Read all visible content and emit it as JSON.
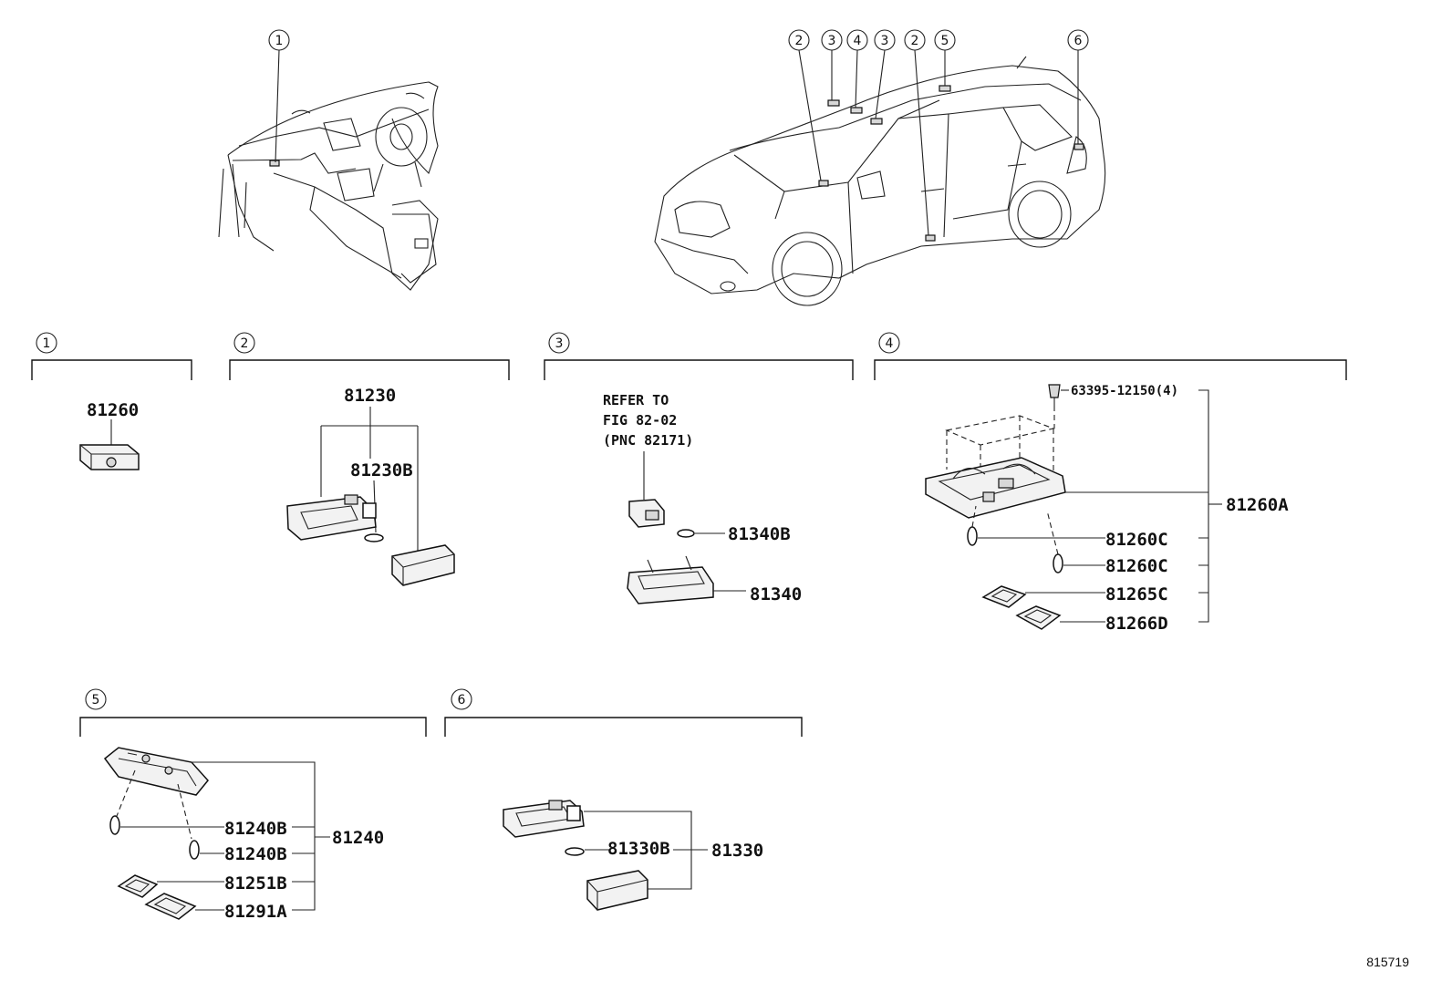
{
  "diagram": {
    "figure_id": "815719",
    "overview_callouts": {
      "interior": [
        "1"
      ],
      "vehicle": [
        "2",
        "3",
        "4",
        "3",
        "2",
        "5",
        "6"
      ]
    },
    "sections": [
      {
        "number": "1",
        "parts": [
          "81260"
        ]
      },
      {
        "number": "2",
        "parts": [
          "81230",
          "81230B"
        ]
      },
      {
        "number": "3",
        "note": [
          "REFER TO",
          "FIG 82-02",
          "(PNC 82171)"
        ],
        "parts": [
          "81340B",
          "81340"
        ]
      },
      {
        "number": "4",
        "parts": [
          "63395-12150(4)",
          "81260A",
          "81260C",
          "81260C",
          "81265C",
          "81266D"
        ]
      },
      {
        "number": "5",
        "parts": [
          "81240B",
          "81240",
          "81240B",
          "81251B",
          "81291A"
        ]
      },
      {
        "number": "6",
        "parts": [
          "81330B",
          "81330"
        ]
      }
    ]
  }
}
